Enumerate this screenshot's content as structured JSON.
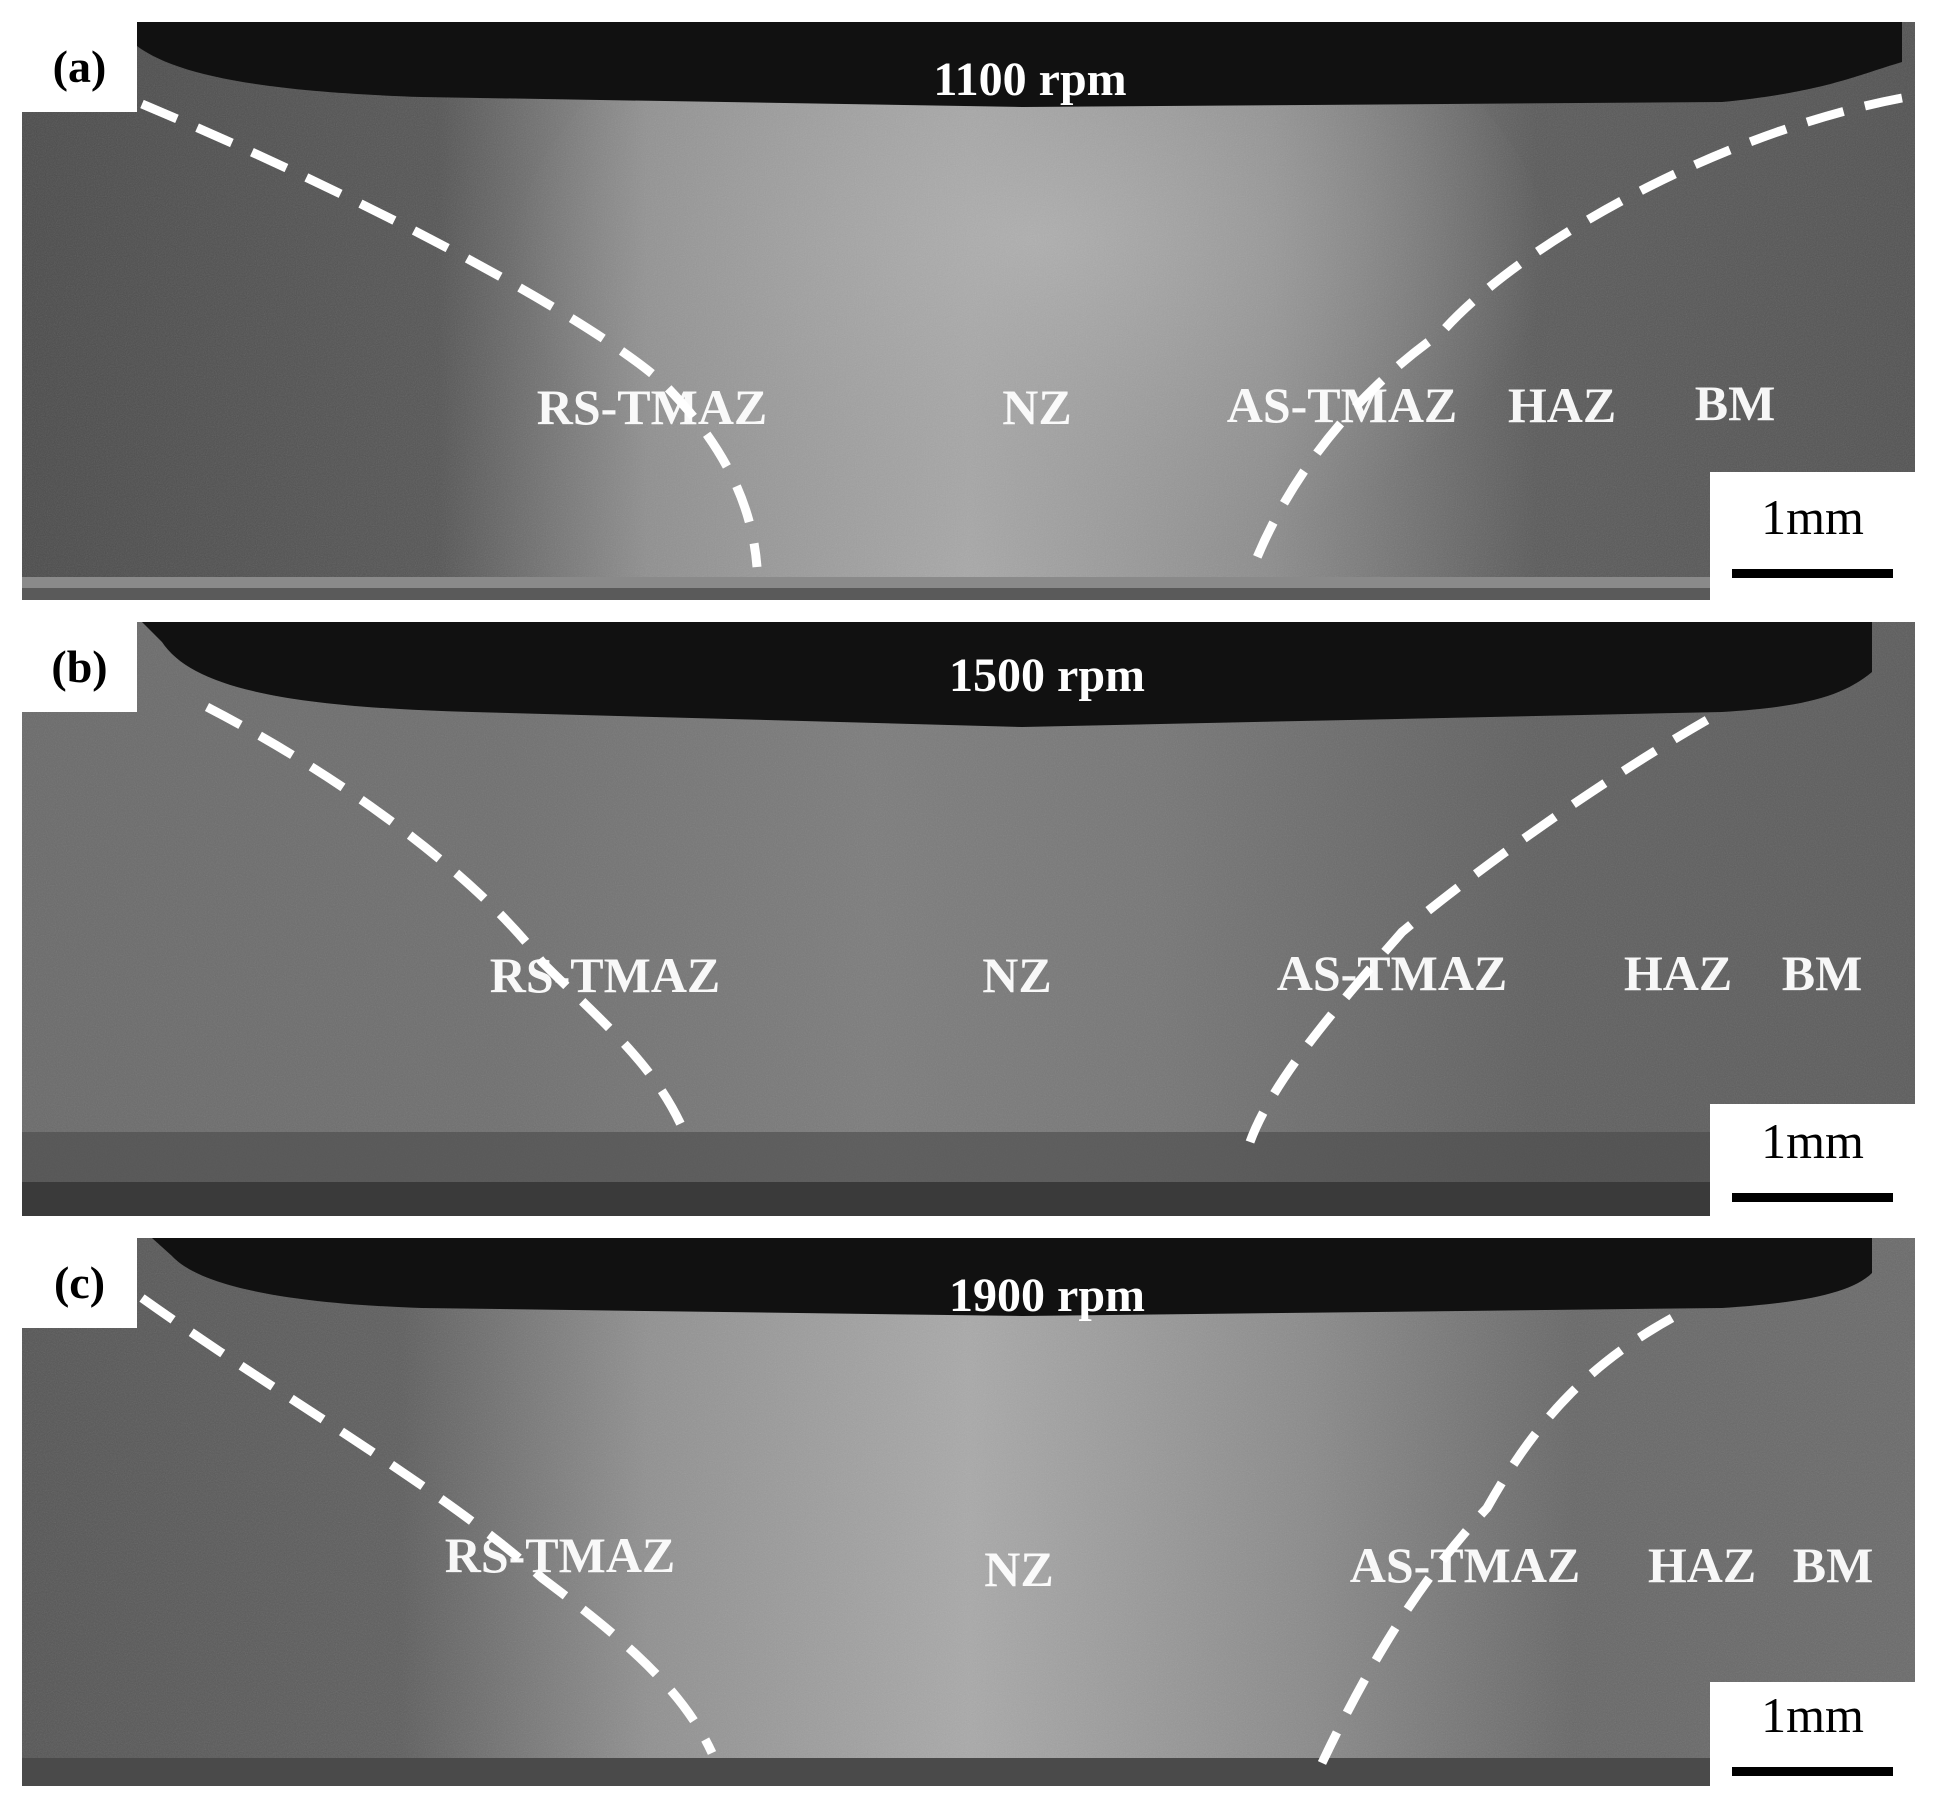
{
  "panels": [
    {
      "tag": "(a)",
      "speed": "1100 rpm",
      "zones": {
        "rs_tmaz": "RS-TMAZ",
        "nz": "NZ",
        "as_tmaz": "AS-TMAZ",
        "haz": "HAZ",
        "bm": "BM"
      },
      "scale_label": "1mm"
    },
    {
      "tag": "(b)",
      "speed": "1500 rpm",
      "zones": {
        "rs_tmaz": "RS-TMAZ",
        "nz": "NZ",
        "as_tmaz": "AS-TMAZ",
        "haz": "HAZ",
        "bm": "BM"
      },
      "scale_label": "1mm"
    },
    {
      "tag": "(c)",
      "speed": "1900 rpm",
      "zones": {
        "rs_tmaz": "RS-TMAZ",
        "nz": "NZ",
        "as_tmaz": "AS-TMAZ",
        "haz": "HAZ",
        "bm": "BM"
      },
      "scale_label": "1mm"
    }
  ],
  "colors": {
    "base_metal_dark": "#4a4a4a",
    "nugget_light": "#a7a7a7",
    "flash_black": "#111111",
    "boundary_dash": "#ffffff"
  }
}
